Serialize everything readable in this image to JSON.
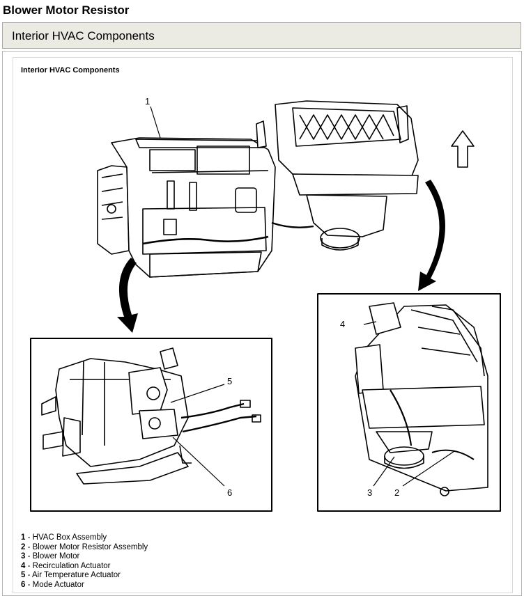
{
  "page": {
    "heading": "Blower Motor Resistor",
    "section_title": "Interior HVAC Components"
  },
  "figure": {
    "title": "Interior HVAC Components",
    "callouts": {
      "c1": "1",
      "c2": "2",
      "c3": "3",
      "c4": "4",
      "c5": "5",
      "c6": "6"
    },
    "legend": [
      {
        "num": "1",
        "sep": " - ",
        "text": "HVAC Box Assembly"
      },
      {
        "num": "2",
        "sep": " - ",
        "text": "Blower Motor Resistor Assembly"
      },
      {
        "num": "3",
        "sep": " - ",
        "text": "Blower Motor"
      },
      {
        "num": "4",
        "sep": " - ",
        "text": "Recirculation Actuator"
      },
      {
        "num": "5",
        "sep": " - ",
        "text": "Air Temperature Actuator"
      },
      {
        "num": "6",
        "sep": " - ",
        "text": "Mode Actuator"
      }
    ]
  }
}
